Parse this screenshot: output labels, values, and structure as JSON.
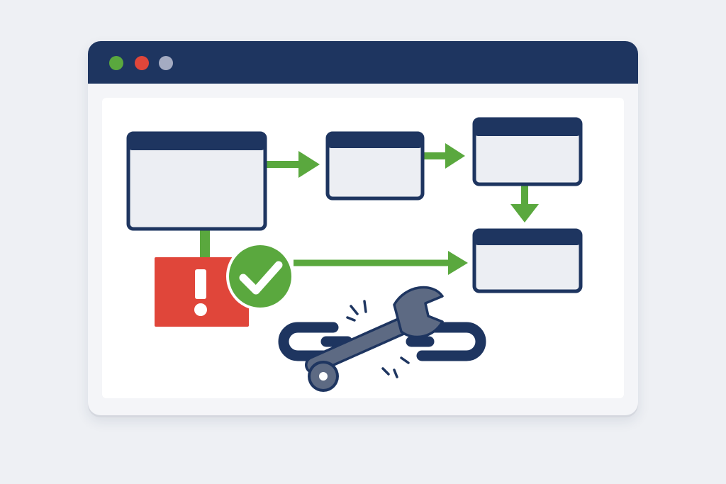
{
  "window": {
    "controls": [
      {
        "name": "green-control",
        "color": "#5aa83e"
      },
      {
        "name": "red-control",
        "color": "#e0463a"
      },
      {
        "name": "gray-control",
        "color": "#a4abc2"
      }
    ]
  },
  "colors": {
    "navy": "#1e3560",
    "green": "#5aa83e",
    "red": "#e0463a",
    "panel_fill": "#eceef3",
    "wrench": "#5d6a83"
  },
  "diagram": {
    "nodes": [
      "window-box-main",
      "window-box-middle",
      "window-box-top-right",
      "window-box-bottom-right"
    ],
    "alert": {
      "icon": "exclamation-icon"
    },
    "status": {
      "icon": "checkmark-icon"
    },
    "repair": {
      "icons": [
        "broken-chain-icon",
        "wrench-icon"
      ]
    }
  }
}
